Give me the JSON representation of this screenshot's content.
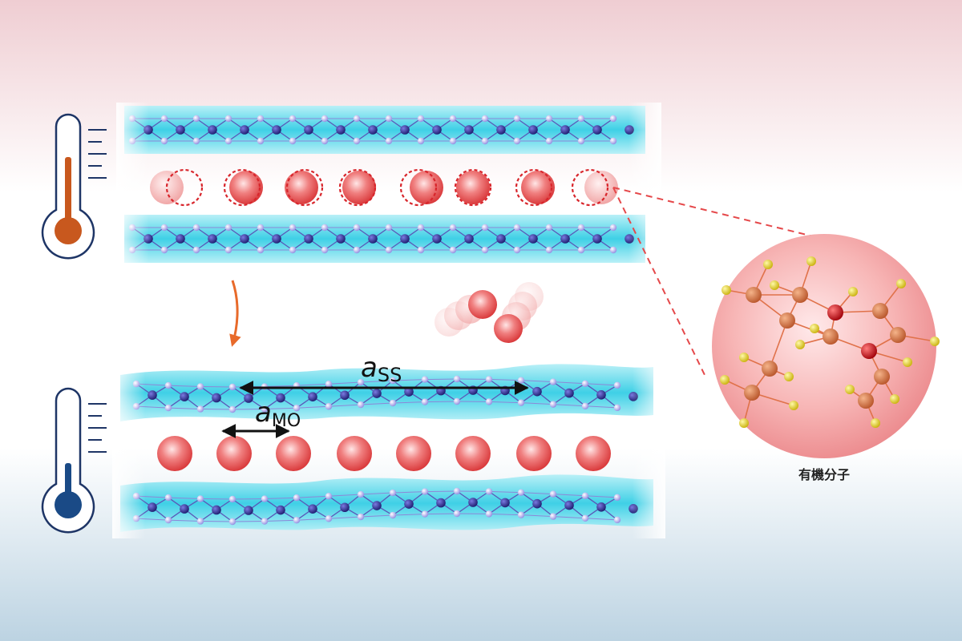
{
  "labels": {
    "a_ss_main": "a",
    "a_ss_sub": "SS",
    "a_mo_main": "a",
    "a_mo_sub": "MO",
    "molecule": "有機分子"
  },
  "colors": {
    "bg_top": "#efcdd2",
    "bg_bottom": "#bcd3e2",
    "layer_band": "#3fd0e6",
    "layer_atom_dark": "#23237a",
    "layer_atom_light": "#a7a3ea",
    "molecule_red": "#e5484a",
    "thermo_hot": "#c8581e",
    "thermo_cold": "#1a4a86",
    "thermo_outline": "#1e3566",
    "atom_orange": "#d77842",
    "atom_red": "#c60f18",
    "atom_yellow": "#e3d11c"
  },
  "icons": {
    "hot": "thermometer-hot-icon",
    "cold": "thermometer-cold-icon",
    "transition": "curved-arrow-icon"
  }
}
